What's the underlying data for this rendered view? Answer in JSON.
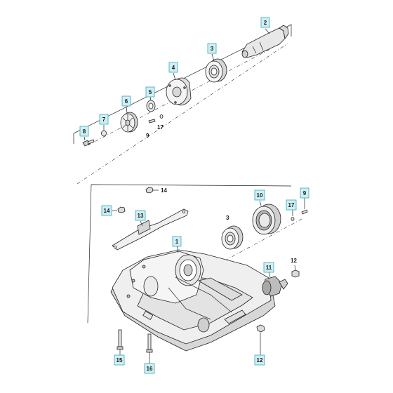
{
  "diagram": {
    "callouts": [
      {
        "id": "c2",
        "label": "2"
      },
      {
        "id": "c3",
        "label": "3"
      },
      {
        "id": "c4",
        "label": "4"
      },
      {
        "id": "c5",
        "label": "5"
      },
      {
        "id": "c6",
        "label": "6"
      },
      {
        "id": "c7",
        "label": "7"
      },
      {
        "id": "c8",
        "label": "8"
      },
      {
        "id": "c14a",
        "label": "14"
      },
      {
        "id": "c13",
        "label": "13"
      },
      {
        "id": "c1",
        "label": "1"
      },
      {
        "id": "c10",
        "label": "10"
      },
      {
        "id": "c9b",
        "label": "9"
      },
      {
        "id": "c17b",
        "label": "17"
      },
      {
        "id": "c11",
        "label": "11"
      },
      {
        "id": "c12b",
        "label": "12"
      },
      {
        "id": "c15",
        "label": "15"
      },
      {
        "id": "c16",
        "label": "16"
      }
    ],
    "plain_labels": [
      {
        "id": "p17",
        "label": "17"
      },
      {
        "id": "p9",
        "label": "9"
      },
      {
        "id": "p14",
        "label": "14"
      },
      {
        "id": "p3",
        "label": "3"
      },
      {
        "id": "p12",
        "label": "12"
      }
    ],
    "colors": {
      "callout_fill": "#cfeff4",
      "callout_stroke": "#3aa9bd",
      "part_fill": "#f2f2f2",
      "part_shadow": "#d4d4d4",
      "line": "#222222"
    }
  }
}
